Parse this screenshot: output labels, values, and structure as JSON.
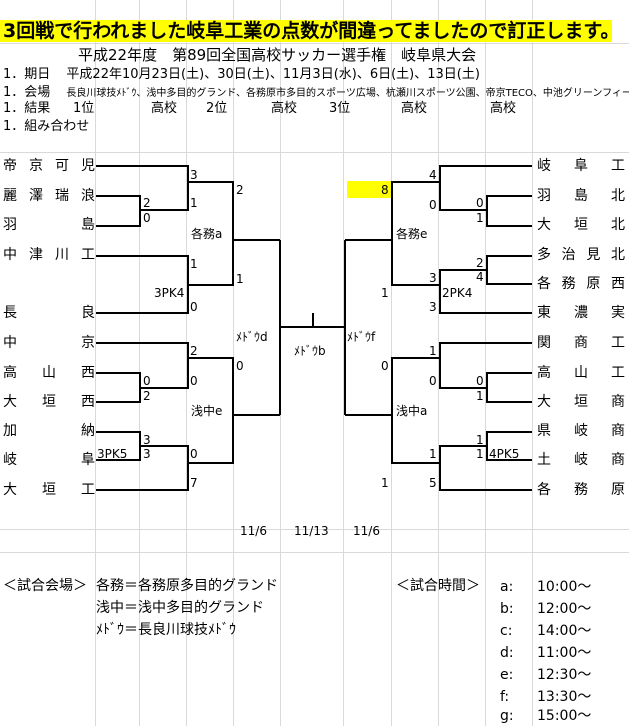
{
  "banner": "3回戦で行われました岐阜工業の点数が間違ってましたので訂正します。",
  "title": "平成22年度　第89回全国高校サッカー選手権　岐阜県大会",
  "info": {
    "dates_label": "1．期日",
    "dates": "平成22年10月23日(土)、30日(土)、11月3日(水)、6日(土)、13日(土)",
    "venue_label": "1．会場",
    "venues": "長良川球技ﾒﾄﾞｳ、浅中多目的グランド、各務原市多目的スポーツ広場、杭瀬川スポーツ公園、帝京TECO、中池グリーンフィールド",
    "result_label": "1．結果",
    "first": "1位",
    "second": "2位",
    "third": "3位",
    "kouko": "高校",
    "pairing_label": "1．組み合わせ"
  },
  "left_teams": [
    "帝京可児",
    "麗澤瑞浪",
    "羽島",
    "中津川工",
    "長良",
    "中京",
    "高山西",
    "大垣西",
    "加納",
    "岐阜",
    "大垣工"
  ],
  "right_teams": [
    "岐阜工",
    "羽島北",
    "大垣北",
    "多治見北",
    "各務原西",
    "東濃実",
    "関商工",
    "高山工",
    "大垣商",
    "県岐商",
    "土岐商",
    "各務原"
  ],
  "scores": {
    "l_r1_a": "2",
    "l_r1_b": "0",
    "l_r2_a": "3",
    "l_r2_b": "1",
    "l_r2_c": "1",
    "l_r2_d": "0",
    "l_pk1": "3PK4",
    "l_r3_a": "2",
    "l_r3_b": "1",
    "l_r1_c": "0",
    "l_r1_d": "2",
    "l_r2_e": "2",
    "l_r2_f": "0",
    "l_r1_e": "3",
    "l_r1_f": "3",
    "l_pk2": "3PK5",
    "l_r2_g": "0",
    "l_r2_h": "7",
    "l_r3_c": "0",
    "r_r2_a": "4",
    "r_r2_b": "0",
    "r_r1_a": "0",
    "r_r1_b": "1",
    "r_r3_a": "8",
    "r_r3_b": "1",
    "r_r1_c": "2",
    "r_r1_d": "4",
    "r_r2_c": "3",
    "r_r2_d": "3",
    "r_pk1": "2PK4",
    "r_r2_e": "1",
    "r_r2_f": "0",
    "r_r1_e": "0",
    "r_r1_f": "1",
    "r_r3_c": "0",
    "r_r1_g": "1",
    "r_r1_h": "1",
    "r_pk2": "4PK5",
    "r_r2_g": "1",
    "r_r2_h": "5",
    "r_r3_d": "1"
  },
  "venues_bracket": {
    "left_a": "各務a",
    "left_e": "浅中e",
    "left_d": "ﾒﾄﾞｳd",
    "center_b": "ﾒﾄﾞｳb",
    "right_f": "ﾒﾄﾞｳf",
    "right_e": "各務e",
    "right_a": "浅中a"
  },
  "dates_row": [
    "11/6",
    "11/13",
    "11/6"
  ],
  "legend": {
    "venue_header": "＜試合会場＞",
    "venue_lines": [
      "各務＝各務原多目的グランド",
      "浅中＝浅中多目的グランド",
      "ﾒﾄﾞｳ＝長良川球技ﾒﾄﾞｳ"
    ],
    "time_header": "＜試合時間＞",
    "times": [
      {
        "k": "a:",
        "v": "10:00～"
      },
      {
        "k": "b:",
        "v": "12:00～"
      },
      {
        "k": "c:",
        "v": "14:00～"
      },
      {
        "k": "d:",
        "v": "11:00～"
      },
      {
        "k": "e:",
        "v": "12:30～"
      },
      {
        "k": "f:",
        "v": "13:30～"
      },
      {
        "k": "g:",
        "v": "15:00～"
      }
    ]
  },
  "colors": {
    "highlight": "#ffff00",
    "grid": "#d9d9d9"
  }
}
